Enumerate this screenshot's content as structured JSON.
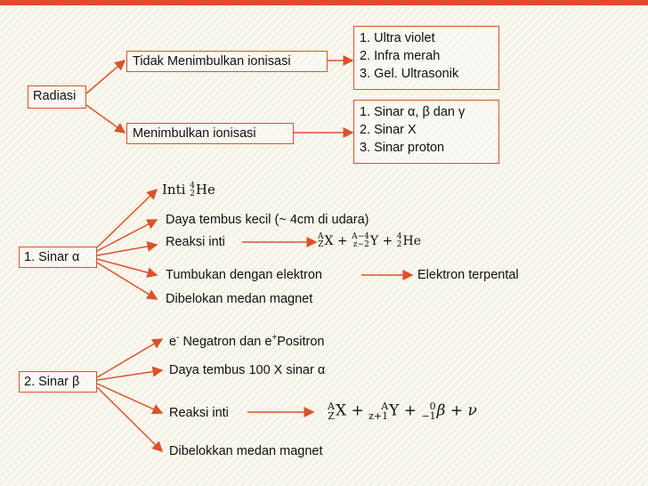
{
  "root": "Radiasi",
  "branch_non_ionizing": {
    "label": "Tidak Menimbulkan ionisasi",
    "items": [
      "1.  Ultra violet",
      "2.  Infra merah",
      "3.  Gel. Ultrasonik"
    ]
  },
  "branch_ionizing": {
    "label": "Menimbulkan ionisasi",
    "items": [
      "1.  Sinar α, β dan γ",
      "2.  Sinar X",
      "3.  Sinar proton"
    ]
  },
  "alpha": {
    "label": "1. Sinar α",
    "core_prefix": "Inti ",
    "core_mass": "4",
    "core_number": "2",
    "core_symbol": "He",
    "penetration": "Daya tembus kecil (~ 4cm di udara)",
    "reaction_label": "Reaksi inti",
    "eq": {
      "a_top": "A",
      "a_bot": "Z",
      "a_sym": "X",
      "plus1": "+",
      "b_top": "A−4",
      "b_bot": "z−2",
      "b_sym": "Y",
      "plus2": "+",
      "c_top": "4",
      "c_bot": "2",
      "c_sym": "He"
    },
    "collision": "Tumbukan dengan elektron",
    "collision_result": "Elektron terpental",
    "deflection": "Dibelokan medan magnet"
  },
  "beta": {
    "label": "2. Sinar β",
    "negatron_sup": "-",
    "negatron_text": " Negatron dan e",
    "positron_sup": "+",
    "positron_text": "Positron",
    "e_char": "e",
    "penetration": "Daya tembus 100 X sinar α",
    "reaction_label": "Reaksi inti",
    "eq": {
      "a_top": "A",
      "a_bot": "Z",
      "a_sym": "X",
      "plus1": "+",
      "b_top": "A",
      "b_bot": "z+1",
      "b_sym": "Y",
      "plus2": "+",
      "c_top": "0",
      "c_bot": "−1",
      "c_sym": "β",
      "plus3": "+",
      "d_sym": "ν"
    },
    "deflection": "Dibelokkan medan magnet"
  },
  "colors": {
    "accent": "#d9532b",
    "background": "#fbf8ee"
  }
}
